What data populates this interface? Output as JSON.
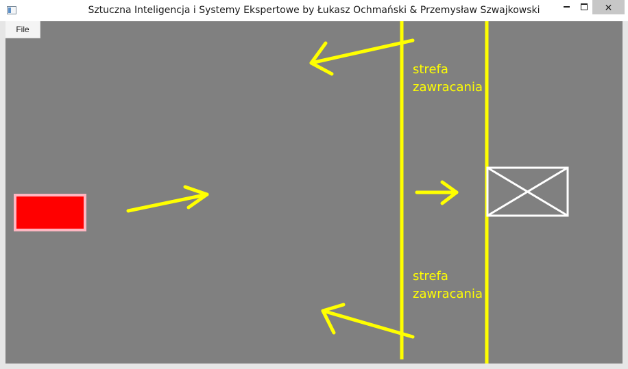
{
  "window": {
    "title": "Sztuczna Inteligencja i Systemy Ekspertowe by Łukasz Ochmański & Przemysław Szwajkowski",
    "minimize_glyph": "",
    "maximize_glyph": "",
    "close_glyph": "✕"
  },
  "menu": {
    "file_label": "File"
  },
  "scene": {
    "zone_top": {
      "line1": "strefa",
      "line2": "zawracania"
    },
    "zone_bottom": {
      "line1": "strefa",
      "line2": "zawracania"
    },
    "colors": {
      "background": "#808080",
      "guide": "#ffff00",
      "vehicle_fill": "#ff0000",
      "vehicle_border": "#ffb6c1",
      "target": "#ffffff"
    },
    "icons": [
      "window-icon",
      "minimize-icon",
      "maximize-icon",
      "close-icon"
    ]
  }
}
